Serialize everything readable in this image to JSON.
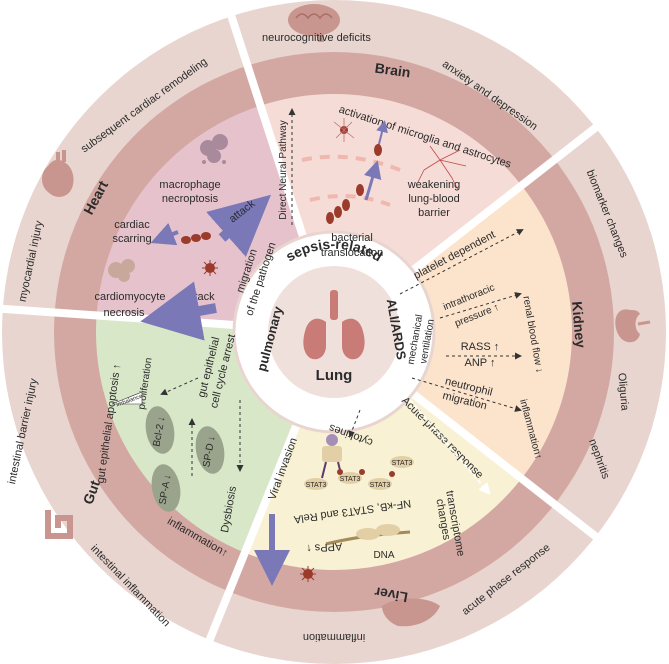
{
  "center": {
    "ring_top": "sepsis-related",
    "ring_left": "pulmonary",
    "ring_right": "ALI/ARDS",
    "organ": "Lung"
  },
  "sectors": {
    "brain": {
      "title": "Brain",
      "outer_labels": [
        "neurocognitive deficits",
        "anxiety and depression"
      ],
      "labels": {
        "pathway": "Direct Neural Pathway",
        "activation": "activation of microglia and astrocytes",
        "weakening_1": "weakening",
        "weakening_2": "lung-blood",
        "weakening_3": "barrier",
        "bacterial": "bacterial",
        "translocation": "translocation"
      }
    },
    "kidney": {
      "title": "Kidney",
      "outer_labels": [
        "biomarker changes",
        "Oliguria",
        "nephritis"
      ],
      "labels": {
        "platelet": "platelet dependent",
        "intrathoracic": "intrathoracic",
        "pressure": "pressure ↑",
        "mechanical": "mechanical",
        "ventilation": "ventilation",
        "rass": "RASS ↑",
        "anp": "ANP ↑",
        "renal": "renal blood flow ↓",
        "neutrophil": "neutrophil",
        "migration": "migration",
        "inflammation": "inflammation↑"
      }
    },
    "liver": {
      "title": "Liver",
      "outer_labels": [
        "acute phase response",
        "inflammation"
      ],
      "labels": {
        "cytokines": "cytokines",
        "acute": "Acute-phase response",
        "viral": "Viral invasion",
        "nfkb": "NF-κB, STAT3 and RelA",
        "transcriptome": "transcriptome",
        "changes": "changes",
        "apps": "APPs ↑",
        "dna": "DNA",
        "stat3": "STAT3"
      }
    },
    "gut": {
      "title": "Gut",
      "outer_labels": [
        "intestinal barrier injury",
        "intestinal inflammation"
      ],
      "labels": {
        "epithelial": "gut epithelial",
        "cellcycle": "cell cycle arrest",
        "proliferation": "proliferation",
        "apoptosis": "gut epithelial apoptosis ↑",
        "imbalance": "imbalance",
        "bcl2": "Bcl-2 ↓",
        "spa": "SP-A ↓",
        "spd": "SP-D ↓",
        "dysbiosis": "Dysbiosis",
        "inflammation": "inflammation↑"
      }
    },
    "heart": {
      "title": "Heart",
      "outer_labels": [
        "subsequent cardiac remodeling",
        "myocardial injury"
      ],
      "labels": {
        "macrophage": "macrophage",
        "necroptosis": "necroptosis",
        "cardiac": "cardiac",
        "scarring": "scarring",
        "attack1": "attack",
        "attack2": "attack",
        "migration": "migration",
        "pathogen": "of the pathogen",
        "cardiomyocyte": "cardiomyocyte",
        "necrosis": "necrosis"
      }
    }
  },
  "colors": {
    "outer_ring": "#e9d5cf",
    "mid_ring": "#d4a8a2",
    "brain_fill": "#f6dcd6",
    "kidney_fill": "#fbe3cc",
    "liver_fill": "#f8f1d3",
    "gut_fill": "#d9e7c9",
    "heart_fill": "#e6c3cc",
    "lung": "#c97b77",
    "arrow": "#7b78b8",
    "pathogen": "#9b3b2c"
  }
}
